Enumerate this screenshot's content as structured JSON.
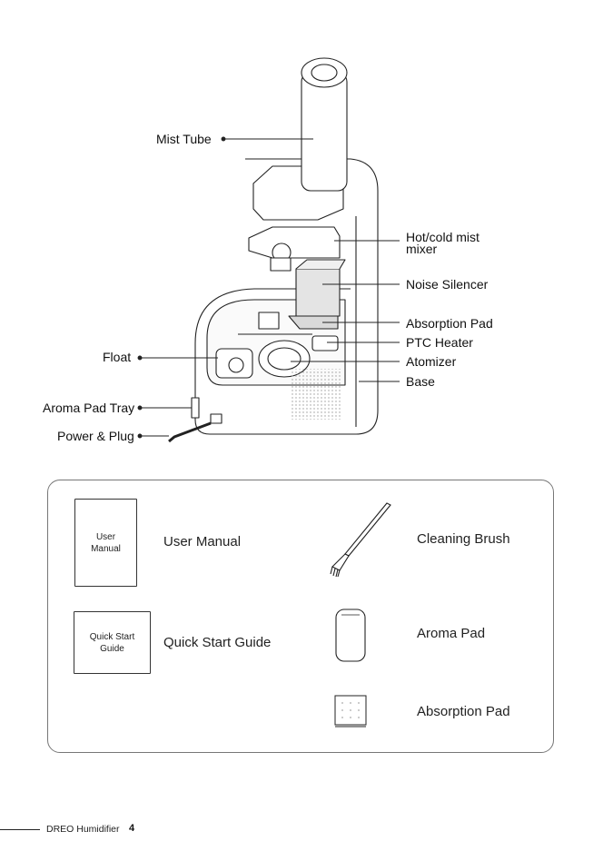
{
  "diagram": {
    "callouts": [
      {
        "id": "mist-tube",
        "label": "Mist Tube"
      },
      {
        "id": "hot-cold-mist-mixer",
        "label": "Hot/cold mist\nmixer"
      },
      {
        "id": "noise-silencer",
        "label": "Noise Silencer"
      },
      {
        "id": "absorption-pad",
        "label": "Absorption Pad"
      },
      {
        "id": "ptc-heater",
        "label": "PTC Heater"
      },
      {
        "id": "atomizer",
        "label": "Atomizer"
      },
      {
        "id": "base",
        "label": "Base"
      },
      {
        "id": "float",
        "label": "Float"
      },
      {
        "id": "aroma-pad-tray",
        "label": "Aroma Pad Tray"
      },
      {
        "id": "power-plug",
        "label": "Power & Plug"
      }
    ]
  },
  "package": {
    "user_manual_card": "User\nManual",
    "user_manual": "User Manual",
    "quick_start_card": "Quick Start\nGuide",
    "quick_start": "Quick Start Guide",
    "cleaning_brush": "Cleaning Brush",
    "aroma_pad": "Aroma Pad",
    "absorption_pad": "Absorption Pad"
  },
  "footer": {
    "brand": "DREO Humidifier",
    "page": "4"
  }
}
